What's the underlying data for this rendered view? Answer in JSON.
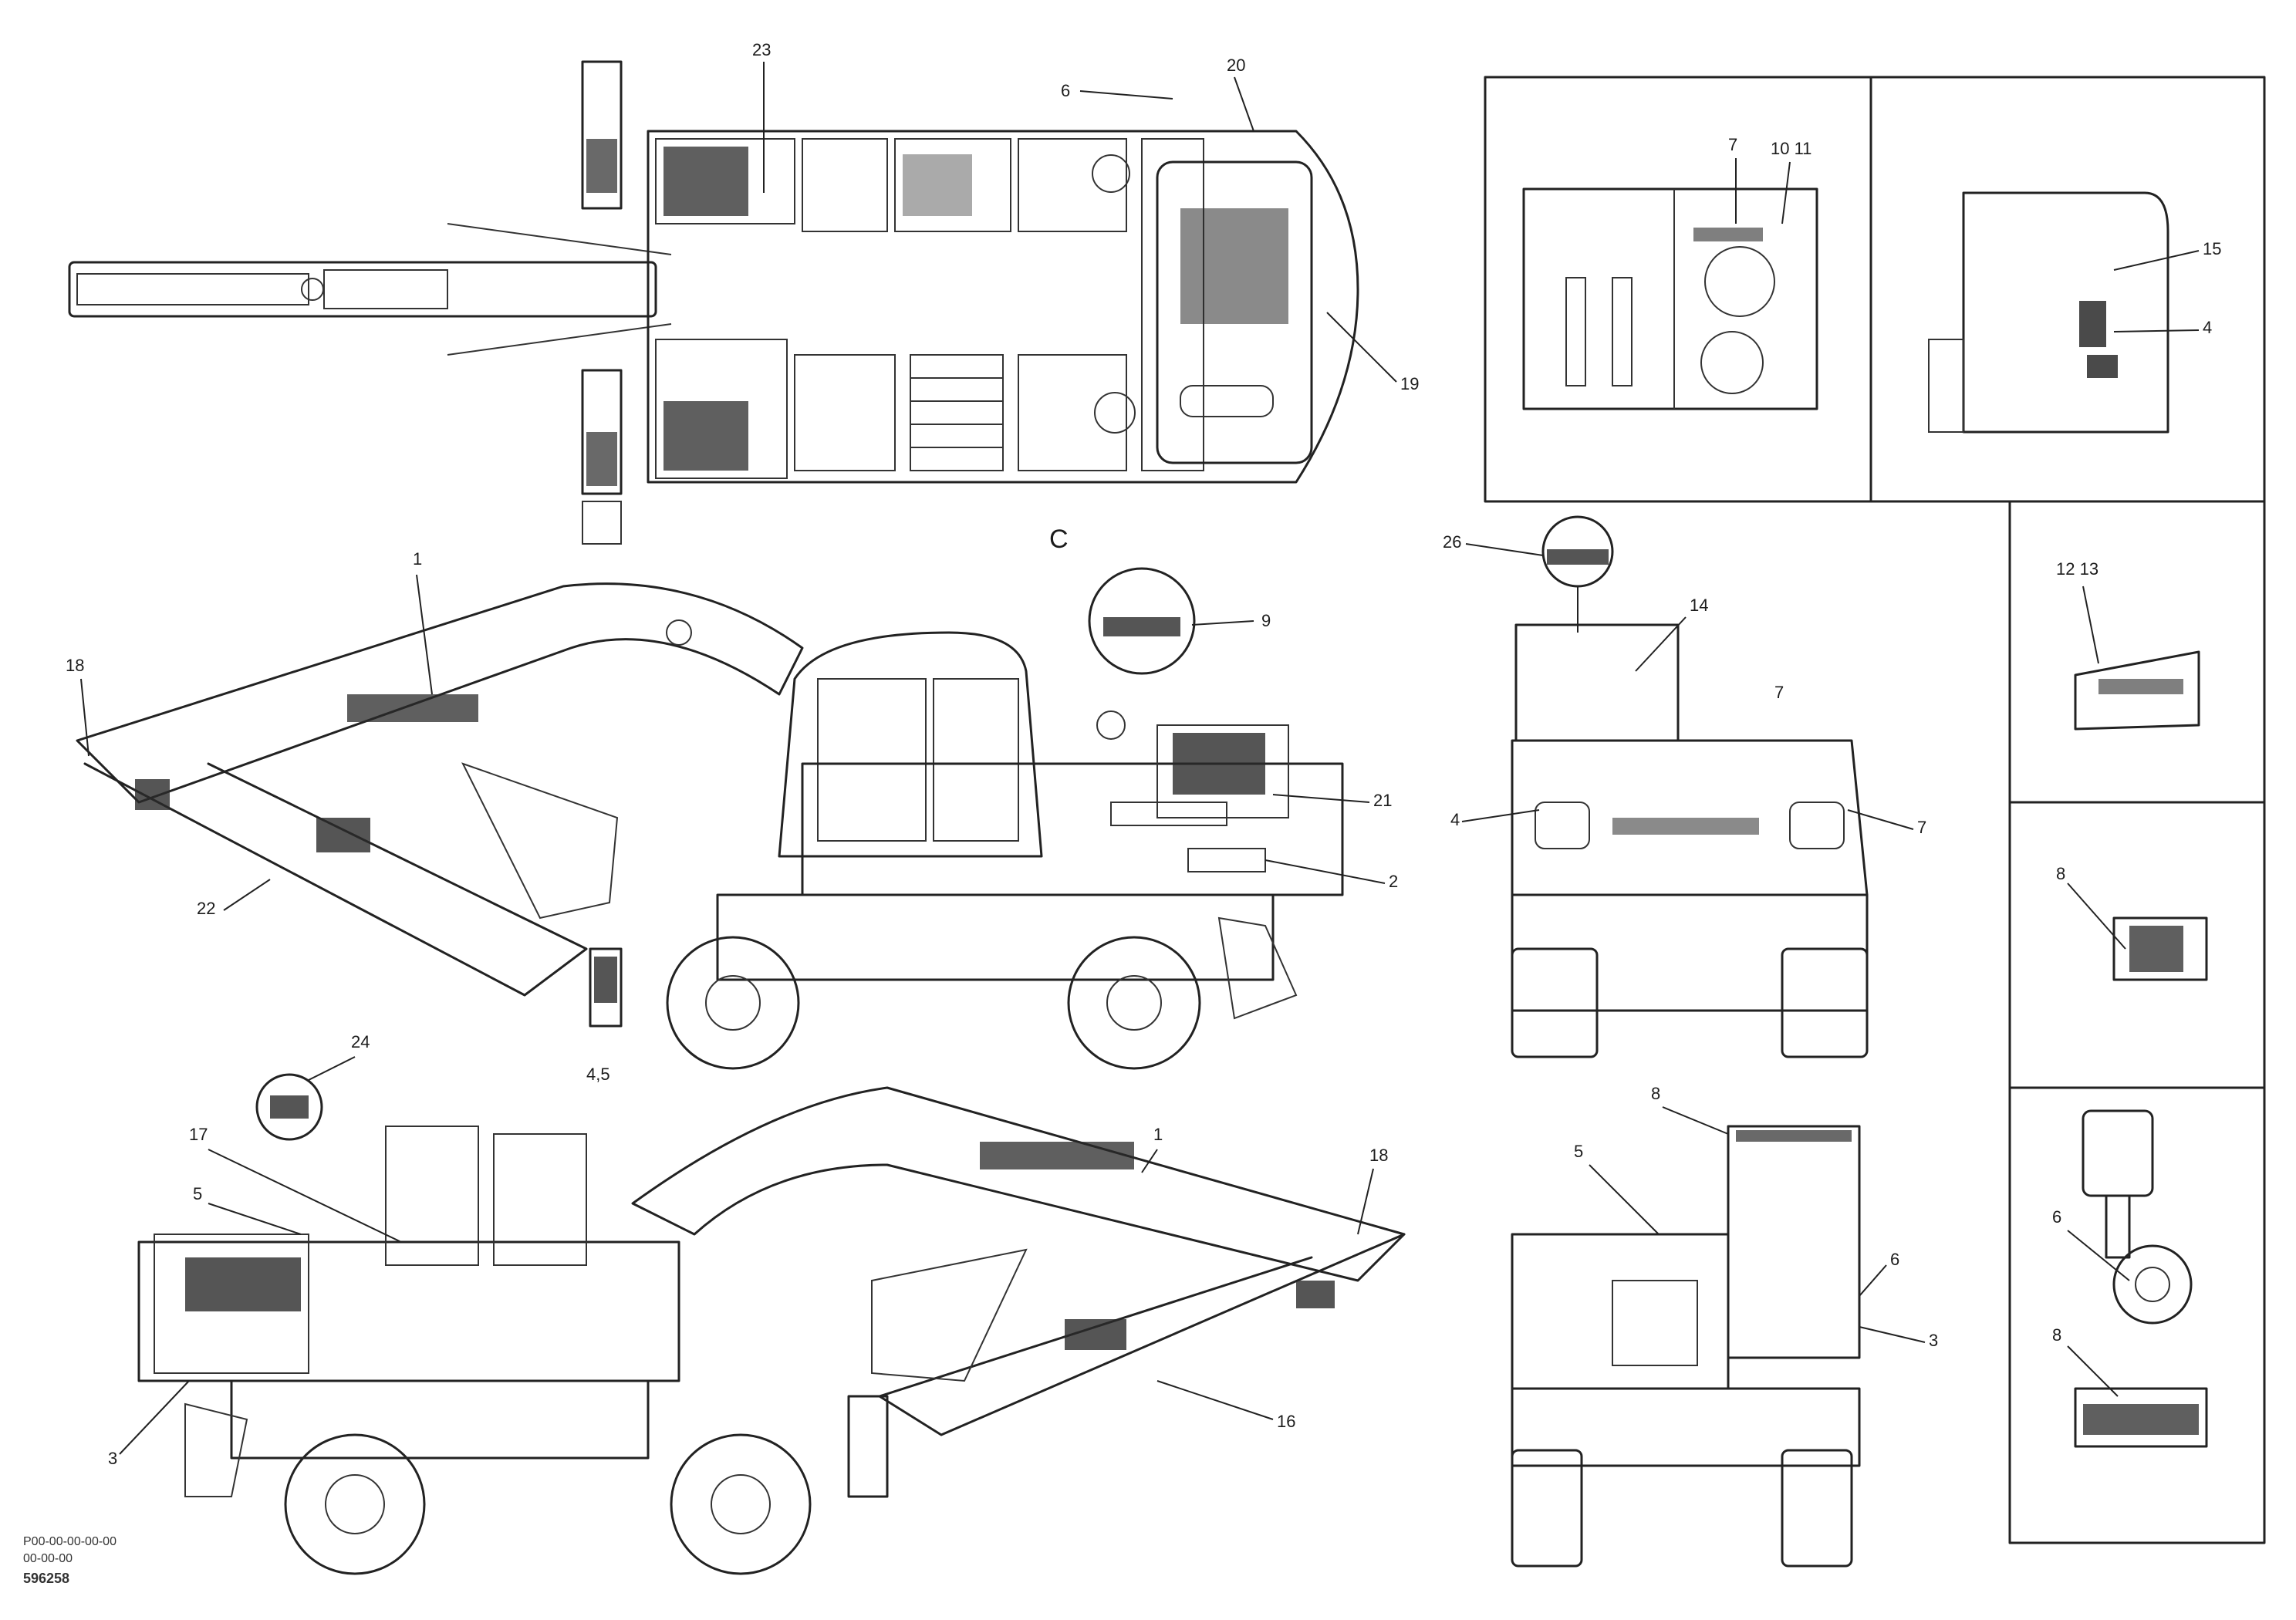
{
  "diagram": {
    "callouts": [
      {
        "id": "c-top-23",
        "text": "23",
        "view": "top"
      },
      {
        "id": "c-top-6",
        "text": "6",
        "view": "top"
      },
      {
        "id": "c-top-20",
        "text": "20",
        "view": "top"
      },
      {
        "id": "c-top-19",
        "text": "19",
        "view": "top"
      },
      {
        "id": "c-side-1",
        "text": "1",
        "view": "side-left"
      },
      {
        "id": "c-side-18",
        "text": "18",
        "view": "side-left"
      },
      {
        "id": "c-side-22",
        "text": "22",
        "view": "side-left"
      },
      {
        "id": "c-side-c",
        "text": "C",
        "view": "side-left"
      },
      {
        "id": "c-side-9",
        "text": "9",
        "view": "side-left"
      },
      {
        "id": "c-side-21",
        "text": "21",
        "view": "side-left"
      },
      {
        "id": "c-side-2",
        "text": "2",
        "view": "side-left"
      },
      {
        "id": "c-side-45",
        "text": "4,5",
        "view": "side-left"
      },
      {
        "id": "c-low-24",
        "text": "24",
        "view": "side-right"
      },
      {
        "id": "c-low-17",
        "text": "17",
        "view": "side-right"
      },
      {
        "id": "c-low-5",
        "text": "5",
        "view": "side-right"
      },
      {
        "id": "c-low-3",
        "text": "3",
        "view": "side-right"
      },
      {
        "id": "c-low-1",
        "text": "1",
        "view": "side-right"
      },
      {
        "id": "c-low-18",
        "text": "18",
        "view": "side-right"
      },
      {
        "id": "c-low-16",
        "text": "16",
        "view": "side-right"
      },
      {
        "id": "c-rear-26",
        "text": "26",
        "view": "rear"
      },
      {
        "id": "c-rear-14",
        "text": "14",
        "view": "rear"
      },
      {
        "id": "c-rear-4",
        "text": "4",
        "view": "rear"
      },
      {
        "id": "c-rear-7",
        "text": "7",
        "view": "rear"
      },
      {
        "id": "c-rear-7b",
        "text": "7",
        "view": "rear"
      },
      {
        "id": "c-front-8",
        "text": "8",
        "view": "front"
      },
      {
        "id": "c-front-5",
        "text": "5",
        "view": "front"
      },
      {
        "id": "c-front-6",
        "text": "6",
        "view": "front"
      },
      {
        "id": "c-front-3",
        "text": "3",
        "view": "front"
      },
      {
        "id": "c-p1-7",
        "text": "7",
        "view": "panel-1"
      },
      {
        "id": "c-p1-1011",
        "text": "10 11",
        "view": "panel-1"
      },
      {
        "id": "c-p2-15",
        "text": "15",
        "view": "panel-2"
      },
      {
        "id": "c-p2-4",
        "text": "4",
        "view": "panel-2"
      },
      {
        "id": "c-p3-1213",
        "text": "12 13",
        "view": "panel-3"
      },
      {
        "id": "c-p4-8",
        "text": "8",
        "view": "panel-4"
      },
      {
        "id": "c-p5-6",
        "text": "6",
        "view": "panel-5"
      },
      {
        "id": "c-p5-8",
        "text": "8",
        "view": "panel-5"
      }
    ],
    "footer": {
      "line1": "P00-00-00-00-00",
      "line2": "00-00-00",
      "code": "596258"
    }
  }
}
